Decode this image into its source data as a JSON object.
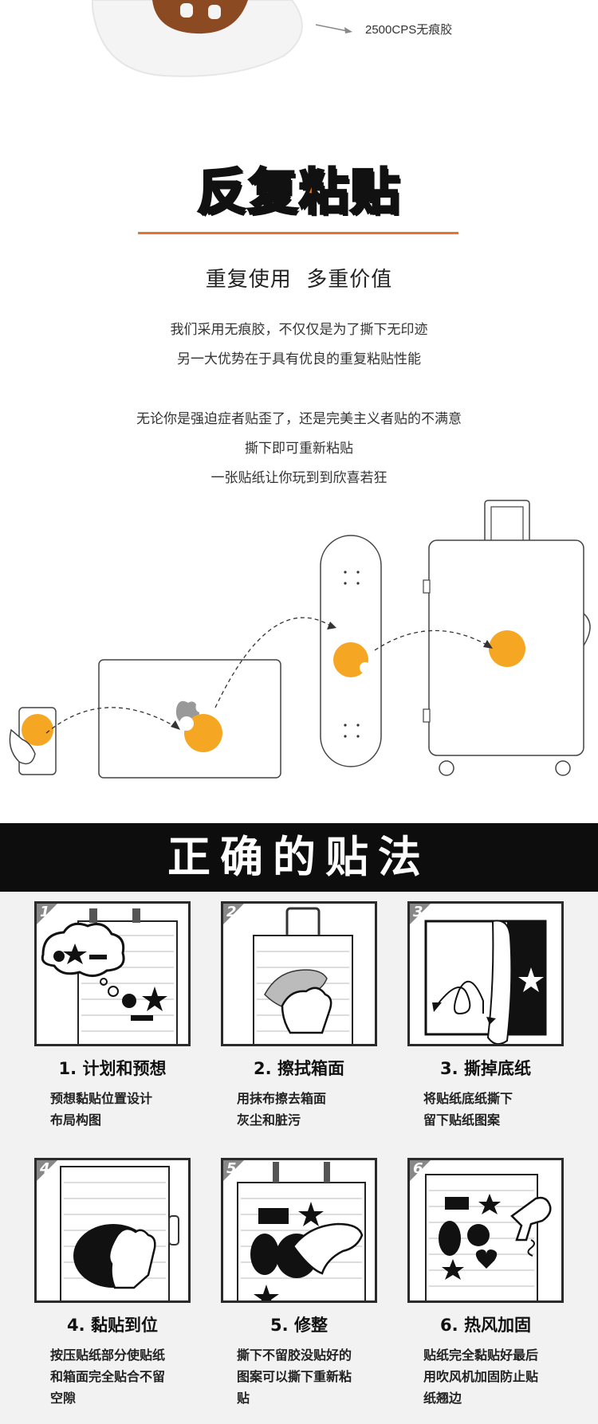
{
  "top": {
    "annotation": "2500CPS无痕胶"
  },
  "section": {
    "title": "反复粘贴",
    "subtitle": "重复使用  多重价值",
    "para1": [
      "我们采用无痕胶，不仅仅是为了撕下无印迹",
      "另一大优势在于具有优良的重复粘贴性能"
    ],
    "para2": [
      "无论你是强迫症者贴歪了，还是完美主义者贴的不满意",
      "撕下即可重新粘贴",
      "一张贴纸让你玩到到欣喜若狂"
    ]
  },
  "colors": {
    "accent": "#f07a18",
    "sticker": "#f5a623",
    "band": "#0d0d0d"
  },
  "band": {
    "title": "正确的贴法"
  },
  "steps": [
    {
      "num": "1",
      "title": "1. 计划和预想",
      "desc": [
        "预想黏贴位置设计",
        "布局构图"
      ]
    },
    {
      "num": "2",
      "title": "2. 擦拭箱面",
      "desc": [
        "用抹布擦去箱面",
        "灰尘和脏污"
      ]
    },
    {
      "num": "3",
      "title": "3. 撕掉底纸",
      "desc": [
        "将贴纸底纸撕下",
        "留下贴纸图案"
      ]
    },
    {
      "num": "4",
      "title": "4. 黏贴到位",
      "desc": [
        "按压贴纸部分使贴纸",
        "和箱面完全贴合不留",
        "空隙"
      ]
    },
    {
      "num": "5",
      "title": "5. 修整",
      "desc": [
        "撕下不留胶没贴好的",
        "图案可以撕下重新粘",
        "贴"
      ]
    },
    {
      "num": "6",
      "title": "6. 热风加固",
      "desc": [
        "贴纸完全黏贴好最后",
        "用吹风机加固防止贴",
        "纸翘边"
      ]
    }
  ]
}
